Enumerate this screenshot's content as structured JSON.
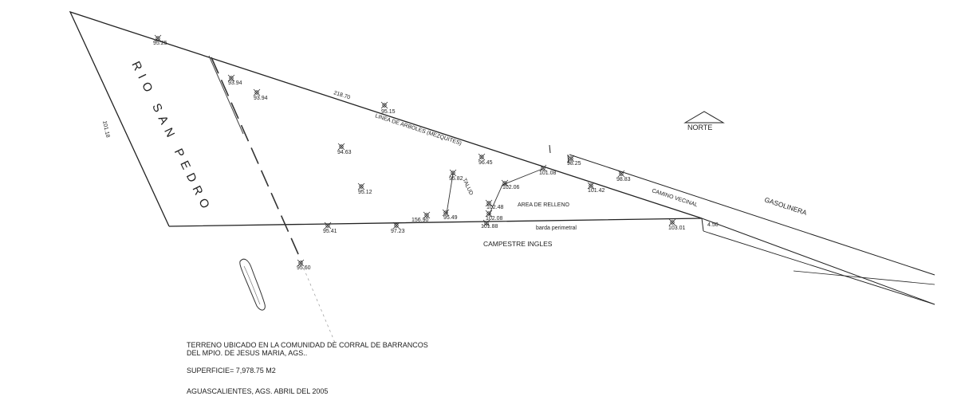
{
  "plan": {
    "river_label": "RIO SAN PEDRO",
    "side_measure": "101.18",
    "top_edge_measure": "218.70",
    "tree_line_label": "LINEA DE ARBOLES (MEZQUITES)",
    "north_label": "NORTE",
    "road_label": "CAMINO VECINAL",
    "gas_station_label": "GASOLINERA",
    "fill_area_label": "AREA DE RELLENO",
    "slope_label": "TALUD",
    "wall_label": "barda perimetral",
    "neighbor_label": "CAMPESTRE INGLES",
    "corner_measure": "4.50",
    "elevations": [
      "95.25",
      "93.94",
      "93.94",
      "95.15",
      "94.63",
      "95.12",
      "96.45",
      "95.82",
      "101.08",
      "98.25",
      "98.83",
      "101.42",
      "102.06",
      "102.48",
      "102.08",
      "101.88",
      "95.49",
      "156.90",
      "97.23",
      "95.41",
      "95.60",
      "103.01"
    ]
  },
  "notes": {
    "line1": "TERRENO UBICADO EN LA COMUNIDAD DE CORRAL DE BARRANCOS",
    "line2": "DEL MPIO. DE JESUS MARIA, AGS..",
    "area": "SUPERFICIE= 7,978.75 M2",
    "place_date": "AGUASCALIENTES, AGS. ABRIL DEL 2005"
  }
}
